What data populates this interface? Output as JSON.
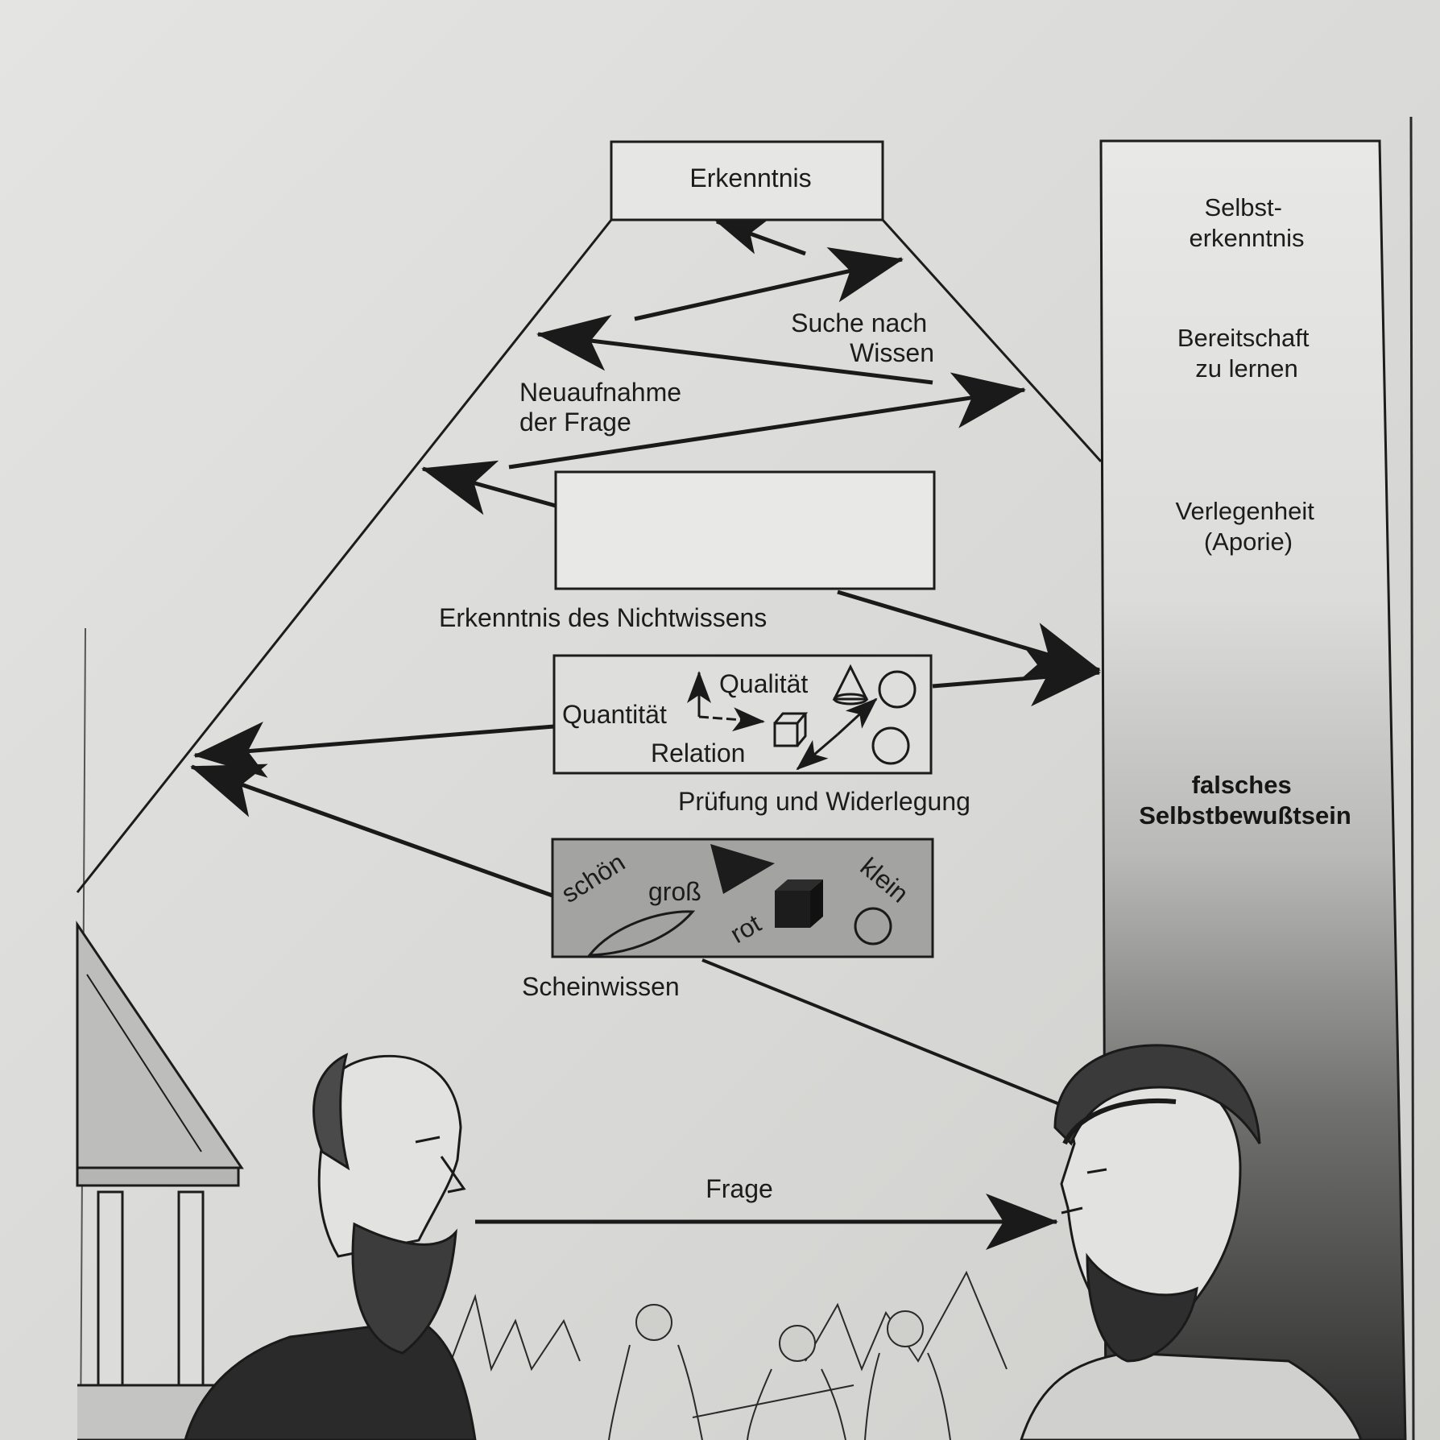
{
  "diagram": {
    "apex_box": {
      "label": "Erkenntnis"
    },
    "arrow_labels": {
      "search": [
        "Suche nach",
        "Wissen"
      ],
      "requestion": [
        "Neuaufnahme",
        "der Frage"
      ],
      "question": "Frage"
    },
    "box_captions": {
      "ignorance": "Erkenntnis des Nichtwissens",
      "examination": "Prüfung und Widerlegung",
      "pseudo": "Scheinwissen"
    },
    "examination_box": {
      "quantity": "Quantität",
      "quality": "Qualität",
      "relation": "Relation"
    },
    "pseudo_box": {
      "words": [
        "schön",
        "groß",
        "rot",
        "klein"
      ]
    },
    "side_column": {
      "levels": [
        {
          "lines": [
            "Selbst-",
            "erkenntnis"
          ]
        },
        {
          "lines": [
            "Bereitschaft",
            "zu lernen"
          ]
        },
        {
          "lines": [
            "Verlegenheit",
            "(Aporie)"
          ]
        },
        {
          "lines": [
            "falsches",
            "Selbstbewußtsein"
          ]
        }
      ]
    },
    "colors": {
      "paper": "#d9d9d7",
      "ink": "#1c1c1c",
      "column_light": "#e6e6e4",
      "column_dark": "#3a3a3a",
      "pseudo_box_fill": "#a3a3a1"
    },
    "figures": [
      "socrates",
      "interlocutor",
      "temple",
      "audience"
    ]
  }
}
